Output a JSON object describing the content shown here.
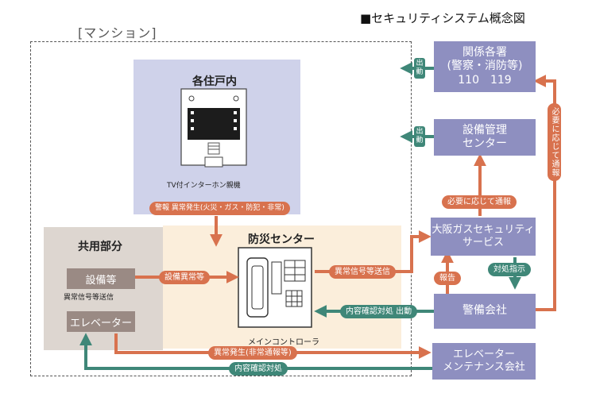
{
  "title": "■セキュリティシステム概念図",
  "mansion_label": "[マンション]",
  "unit": {
    "title": "各住戸内",
    "device_label": "TV付インターホン親機",
    "alarm_label": "警報 異常発生(火災・ガス・防犯・非常)"
  },
  "shared": {
    "title": "共用部分",
    "equipment": "設備等",
    "equipment_sub": "異常信号等送信",
    "elevator": "エレベーター"
  },
  "center": {
    "title": "防災センター",
    "controller_label": "メインコントローラ"
  },
  "boxes": {
    "authorities_line1": "関係各署",
    "authorities_line2": "(警察・消防等)",
    "authorities_line3": "110　119",
    "facility_line1": "設備管理",
    "facility_line2": "センター",
    "osaka_line1": "大阪ガスセキュリティ",
    "osaka_line2": "サービス",
    "guard": "警備会社",
    "elevator_co_line1": "エレベーター",
    "elevator_co_line2": "メンテナンス会社"
  },
  "labels": {
    "dispatch_1": "出動",
    "dispatch_2": "出動",
    "report_as_needed": "必要に応じて通報",
    "report_as_needed_vertical": "必要に応じて通報",
    "equipment_abnormal": "設備異常等",
    "abnormal_signal": "異常信号等送信",
    "response_instruction": "対処指示",
    "report": "報告",
    "confirm_dispatch": "内容確認対処 出動",
    "abnormal_emergency": "異常発生(非常通報等)",
    "confirm_response": "内容確認対処"
  },
  "colors": {
    "box_purple": "#8e8fc0",
    "arrow_orange": "#d8724e",
    "arrow_teal": "#3f8778",
    "unit_bg": "#cfd2ea",
    "center_bg": "#fbeedb",
    "shared_bg": "#ddd6d0"
  }
}
